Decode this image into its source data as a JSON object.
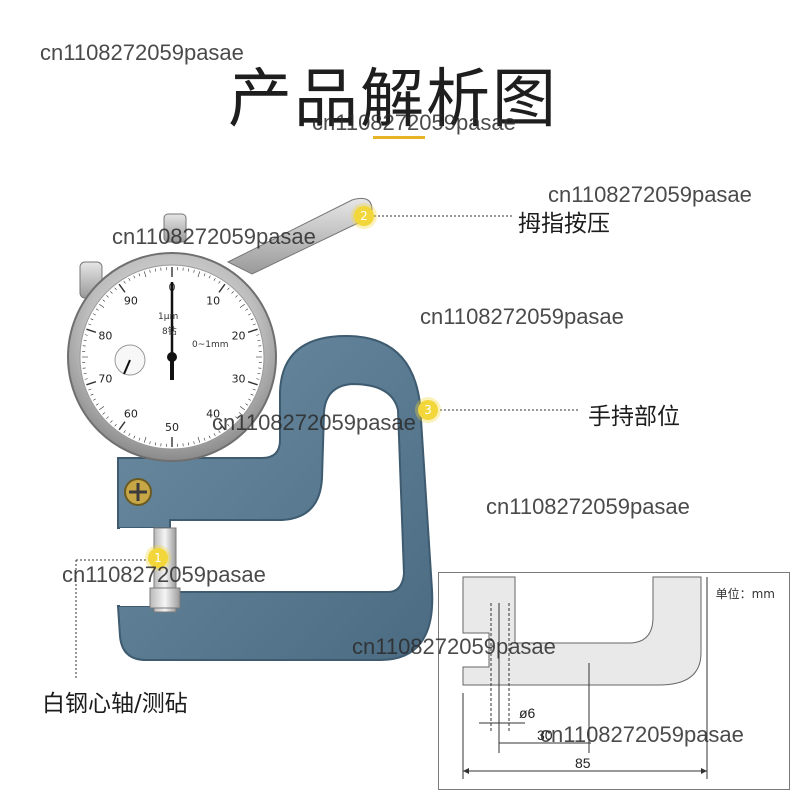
{
  "title": "产品解析图",
  "callouts": [
    {
      "number": "1",
      "label": "白钢心轴/测砧"
    },
    {
      "number": "2",
      "label": "拇指按压"
    },
    {
      "number": "3",
      "label": "手持部位"
    }
  ],
  "dial": {
    "unit_top": "1μm",
    "ticks": [
      "0",
      "10",
      "20",
      "30",
      "40",
      "50",
      "60",
      "70",
      "80",
      "90"
    ],
    "range_label": "0~1mm",
    "small_label": "8钻"
  },
  "tech_drawing": {
    "unit_label": "单位：mm",
    "dim_diameter": "ø6",
    "dim_depth": "30",
    "dim_length": "85"
  },
  "watermark": "cn1108272059pasae",
  "colors": {
    "frame_blue": "#5a7c93",
    "accent_yellow": "#e7b428",
    "badge_yellow": "#f3d63a"
  }
}
